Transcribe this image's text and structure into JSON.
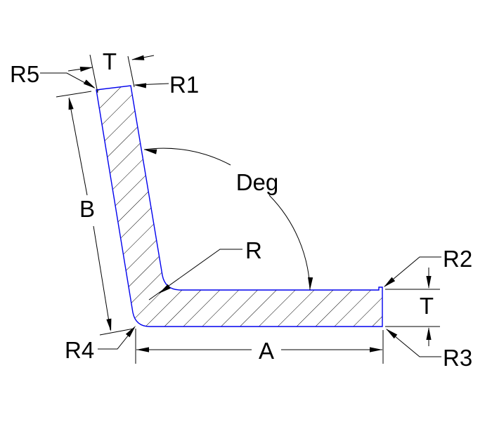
{
  "drawing": {
    "type": "angle-profile-cross-section",
    "labels": {
      "t_top": "T",
      "r5": "R5",
      "r1": "R1",
      "b": "B",
      "deg": "Deg",
      "r": "R",
      "r2": "R2",
      "t_right": "T",
      "r3": "R3",
      "a": "A",
      "r4": "R4"
    },
    "colors": {
      "outline": "#0000EE",
      "hatch": "#000000",
      "annotation": "#000000",
      "background": "#FFFFFF"
    }
  }
}
